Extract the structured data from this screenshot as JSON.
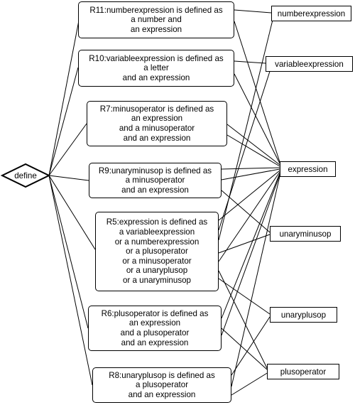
{
  "root": {
    "label": "define"
  },
  "rules": [
    {
      "id": "R11",
      "lines": [
        "R11:numberexpression is defined as",
        "a number and",
        "an expression"
      ]
    },
    {
      "id": "R10",
      "lines": [
        "R10:variableexpression is defined as",
        "a letter",
        "and an expression"
      ]
    },
    {
      "id": "R7",
      "lines": [
        "R7:minusoperator is defined as",
        "an expression",
        "and a minusoperator",
        "and an expression"
      ]
    },
    {
      "id": "R9",
      "lines": [
        "R9:unaryminusop is defined as",
        "a minusoperator",
        "and an expression"
      ]
    },
    {
      "id": "R5",
      "lines": [
        "R5:expression is defined as",
        "a variableexpression",
        "or a numberexpression",
        "or a plusoperator",
        "or a minusoperator",
        "or a unaryplusop",
        "or a unaryminusop"
      ]
    },
    {
      "id": "R6",
      "lines": [
        "R6:plusoperator is defined as",
        "an expression",
        "and a plusoperator",
        "and an expression"
      ]
    },
    {
      "id": "R8",
      "lines": [
        "R8:unaryplusop is defined as",
        "a plusoperator",
        "and an expression"
      ]
    }
  ],
  "concepts": [
    {
      "id": "numberexpression",
      "label": "numberexpression"
    },
    {
      "id": "variableexpression",
      "label": "variableexpression"
    },
    {
      "id": "expression",
      "label": "expression"
    },
    {
      "id": "unaryminusop",
      "label": "unaryminusop"
    },
    {
      "id": "unaryplusop",
      "label": "unaryplusop"
    },
    {
      "id": "plusoperator",
      "label": "plusoperator"
    }
  ]
}
